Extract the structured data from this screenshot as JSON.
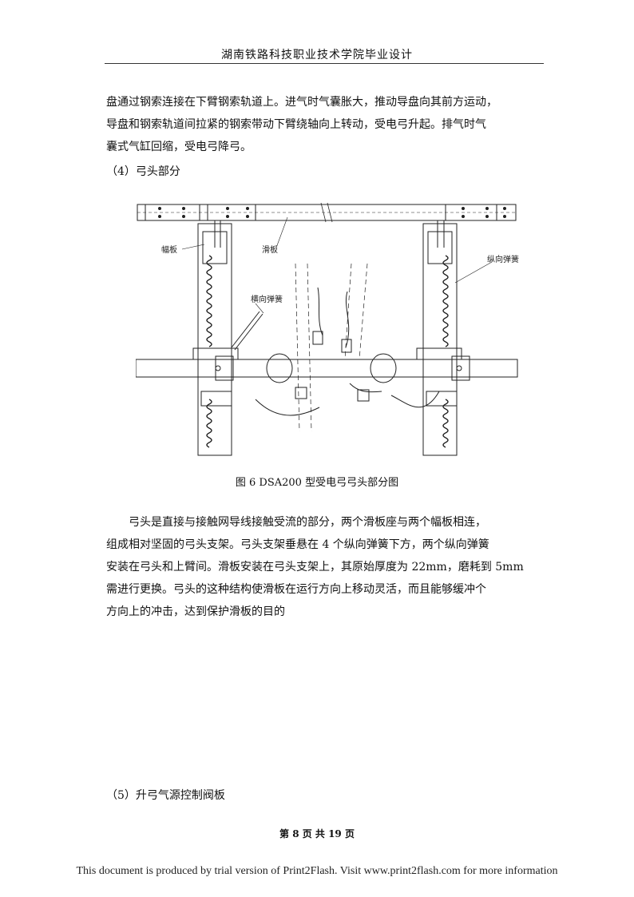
{
  "header": {
    "title": "湖南铁路科技职业技术学院毕业设计"
  },
  "paragraph1": {
    "lines": [
      "盘通过钢索连接在下臂钢索轨道上。进气时气囊胀大，推动导盘向其前方运动，",
      "导盘和钢索轨道间拉紧的钢索带动下臂绕轴向上转动，受电弓升起。排气时气",
      "囊式气缸回缩，受电弓降弓。"
    ]
  },
  "section4": {
    "heading": "（4）弓头部分"
  },
  "figure": {
    "labels": {
      "fuban": "幅板",
      "huaban": "滑板",
      "hengxiang": "横向弹簧",
      "zongxiang": "纵向弹簧"
    },
    "caption": "图 6   DSA200 型受电弓弓头部分图"
  },
  "paragraph2": {
    "lines": [
      "弓头是直接与接触网导线接触受流的部分，两个滑板座与两个幅板相连，",
      "组成相对坚固的弓头支架。弓头支架垂悬在 4 个纵向弹簧下方，两个纵向弹簧",
      "安装在弓头和上臂间。滑板安装在弓头支架上，其原始厚度为 22mm，磨耗到 5mm",
      "需进行更换。弓头的这种结构使滑板在运行方向上移动灵活，而且能够缓冲个",
      "方向上的冲击，达到保护滑板的目的"
    ]
  },
  "section5": {
    "heading": "（5）升弓气源控制阀板"
  },
  "footer": {
    "page": "第 8 页   共 19 页"
  },
  "watermark": {
    "text": "This document is produced by trial version of Print2Flash. Visit www.print2flash.com for more information"
  }
}
